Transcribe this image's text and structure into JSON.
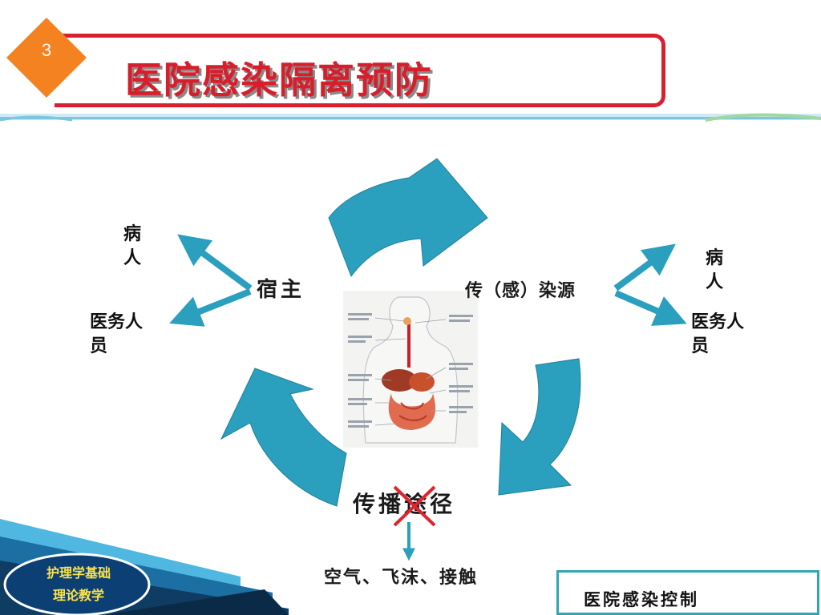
{
  "slide": {
    "number": "3",
    "title": "医院感染隔离预防"
  },
  "diagram": {
    "host": "宿主",
    "source": "传（感）染源",
    "route": "传播途径",
    "route_modes": "空气、飞沫、接触",
    "host_targets": {
      "patient": [
        "病",
        "人"
      ],
      "staff": [
        "医务人",
        "员"
      ]
    },
    "source_targets": {
      "patient": [
        "病",
        "人"
      ],
      "staff": [
        "医务人",
        "员"
      ]
    },
    "route_blocked": true
  },
  "footer": {
    "badge_lines": [
      "护理学基础",
      "理论教学"
    ],
    "course": "医院感染控制"
  },
  "colors": {
    "accent_red": "#d91e2b",
    "cycle_arrow": "#2b9fbe",
    "badge_orange": "#f58220",
    "footer_teal": "#2fa6b6"
  }
}
